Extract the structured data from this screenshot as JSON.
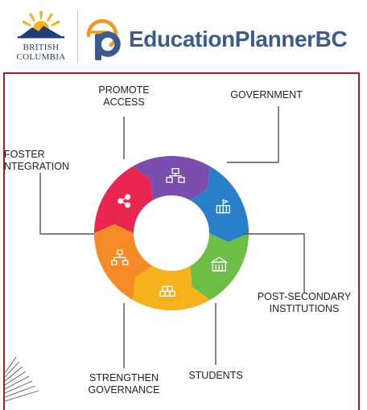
{
  "header": {
    "gov_logo_lines": [
      "BRITISH",
      "COLUMBIA"
    ],
    "brand_name": "EducationPlannerBC",
    "colors": {
      "brand_blue": "#3b5c8a",
      "brand_orange": "#f7941d",
      "panel_border": "#a21d24"
    }
  },
  "diagram": {
    "segments": [
      {
        "label_lines": [
          "GOVERNMENT"
        ],
        "color": "#2a7fc9",
        "icon": "government-building-icon"
      },
      {
        "label_lines": [
          "POST-SECONDARY",
          "INSTITUTIONS"
        ],
        "color": "#6cbe45",
        "icon": "institution-icon"
      },
      {
        "label_lines": [
          "STUDENTS"
        ],
        "color": "#f6b21b",
        "icon": "students-icon"
      },
      {
        "label_lines": [
          "STRENGTHEN",
          "GOVERNANCE"
        ],
        "color": "#f58a26",
        "icon": "org-chart-icon"
      },
      {
        "label_lines": [
          "FOSTER",
          "NTEGRATION"
        ],
        "color": "#e8264f",
        "icon": "share-icon"
      },
      {
        "label_lines": [
          "PROMOTE",
          "ACCESS"
        ],
        "color": "#7a4dae",
        "icon": "network-icon"
      }
    ]
  }
}
